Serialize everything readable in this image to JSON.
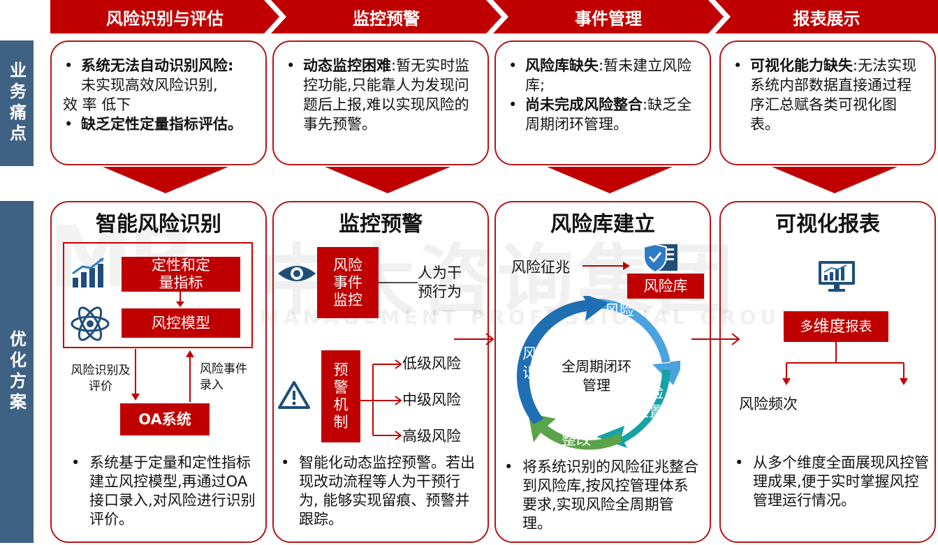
{
  "stages": [
    {
      "label": "风险识别与评估"
    },
    {
      "label": "监控预警"
    },
    {
      "label": "事件管理"
    },
    {
      "label": "报表展示"
    }
  ],
  "side_labels": {
    "pain": "业务痛点",
    "solution": "优化方案"
  },
  "pain_points": {
    "p1": {
      "b1_bold": "系统无法自动识别风险:",
      "b1_line2": "未实现高效风险识别,",
      "b1_line3": "效 率 低下",
      "b2_bold": "缺乏定性定量指标评估。"
    },
    "p2": {
      "b1_bold": "动态监控困难",
      "b1_rest": ":暂无实时监控功能,只能靠人为发现问题后上报,难以实现风险的事先预警。"
    },
    "p3": {
      "b1_bold": "风险库缺失",
      "b1_rest": ":暂未建立风险库;",
      "b2_bold": "尚未完成风险整合",
      "b2_rest": ":缺乏全周期闭环管理。"
    },
    "p4": {
      "b1_bold": "可视化能力缺失",
      "b1_rest": ":无法实现系统内部数据直接通过程序汇总赋各类可视化图表。"
    }
  },
  "solutions": {
    "s1": {
      "title": "智能风险识别",
      "box_indicators": "定性和定量指标",
      "box_model": "风控模型",
      "label_identify": "风险识别及评价",
      "label_entry": "风险事件录入",
      "box_oa": "OA系统",
      "desc": "系统基于定量和定性指标建立风控模型,再通过OA接口录入,对风险进行识别评价。"
    },
    "s2": {
      "title": "监控预警",
      "box_monitor": "风险事件监控",
      "human_label": "人为干预行为",
      "box_warning": "预警机制",
      "low": "低级风险",
      "mid": "中级风险",
      "high": "高级风险",
      "desc": "智能化动态监控预警。若出 现改动流程等人为干预行为, 能够实现留痕、预警并跟踪。"
    },
    "s3": {
      "title": "风险库建立",
      "signal": "风险征兆",
      "box_library": "风险库",
      "cycle_center": "全周期闭环管理",
      "cycle_report": "风险上报",
      "cycle_handle": "风险处置",
      "cycle_rectify": "风险整改",
      "cycle_identify": "风险识别",
      "desc": "将系统识别的风险征兆整合 到风险库,按风控管理体系 要求,实现风险全周期管理。"
    },
    "s4": {
      "title": "可视化报表",
      "box_report_pre": "多",
      "box_report_mid": "维度",
      "box_report_post": "报表",
      "freq": "风险频次",
      "desc": "从多个维度全面展现风控管 理成果,便于实时掌握风控 管理运行情况。"
    }
  },
  "watermark": {
    "cn": "中大咨询集团",
    "en": "MANAGEMENT PROFESSIONAL GROUP"
  },
  "colors": {
    "red": "#c00000",
    "side_blue": "#3f6183",
    "icon_blue": "#1f4e79",
    "cycle_lightblue": "#4aa3df",
    "cycle_teal": "#16a2a6",
    "cycle_green": "#5aa34a",
    "cycle_darkblue": "#1f6fb2"
  }
}
